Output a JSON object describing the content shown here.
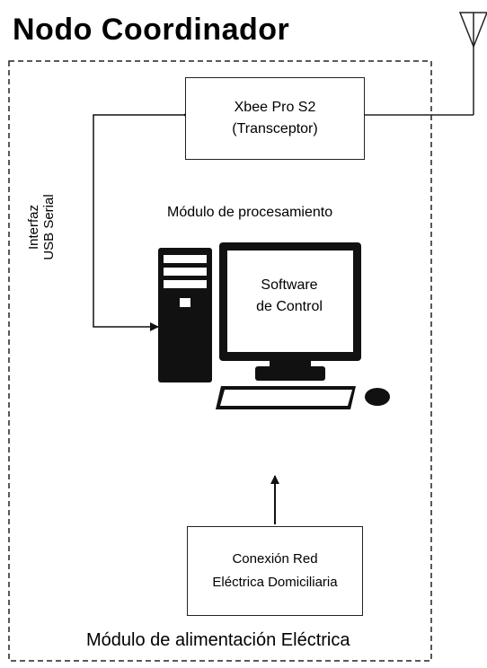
{
  "title": "Nodo Coordinador",
  "transceiver": {
    "line1": "Xbee Pro S2",
    "line2": "(Transceptor)"
  },
  "interface": {
    "line1": "Interfaz",
    "line2": "USB Serial"
  },
  "processing": {
    "caption": "Módulo de procesamiento",
    "software_line1": "Software",
    "software_line2": "de Control"
  },
  "power": {
    "line1": "Conexión Red",
    "line2": "Eléctrica Domiciliaria",
    "caption": "Módulo de alimentación Eléctrica"
  }
}
